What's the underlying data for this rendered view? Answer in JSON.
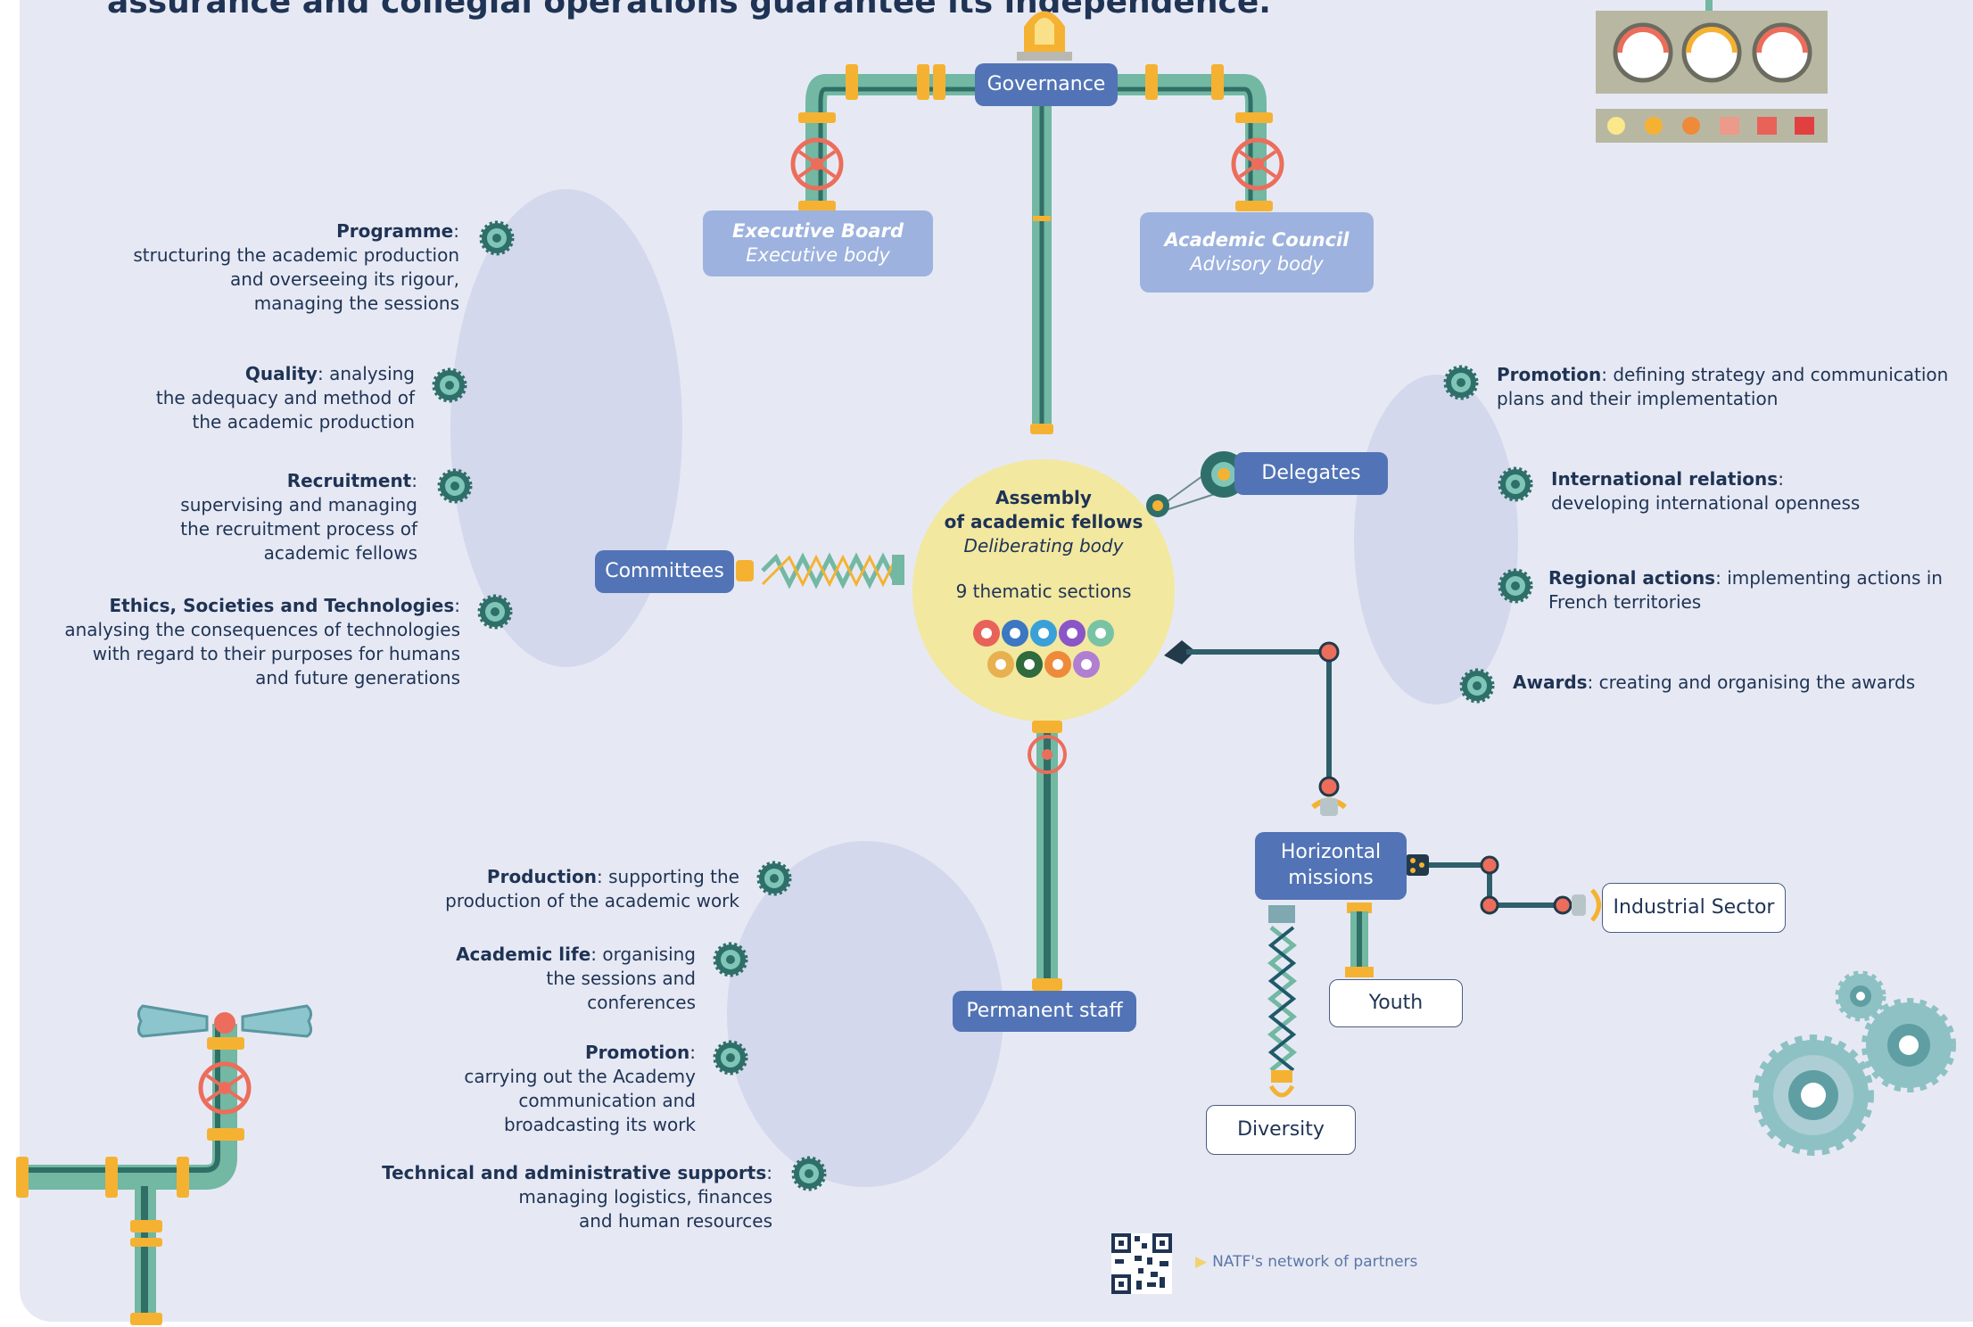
{
  "intro": {
    "headline_fragment": "assurance and collegial operations guarantee its independence."
  },
  "governance": {
    "label": "Governance",
    "executive_board": {
      "title": "Executive Board",
      "role": "Executive body"
    },
    "academic_council": {
      "title": "Academic Council",
      "role": "Advisory body"
    }
  },
  "assembly": {
    "title_line1": "Assembly",
    "title_line2": "of academic fellows",
    "subtitle": "Deliberating body",
    "sections": "9 thematic sections",
    "section_icons": [
      {
        "icon": "apple-icon",
        "color": "#e8625a"
      },
      {
        "icon": "book-icon",
        "color": "#3b77c2"
      },
      {
        "icon": "person-icon",
        "color": "#3aa0d8"
      },
      {
        "icon": "lightning-icon",
        "color": "#8a55c8"
      },
      {
        "icon": "leaf-icon",
        "color": "#78c3a3"
      },
      {
        "icon": "windmill-icon",
        "color": "#e8b04e"
      },
      {
        "icon": "factory-icon",
        "color": "#2f6b3c"
      },
      {
        "icon": "network-icon",
        "color": "#ee8a3a"
      },
      {
        "icon": "people-icon",
        "color": "#b07fd2"
      }
    ]
  },
  "nodes": {
    "delegates": "Delegates",
    "committees": "Committees",
    "permanent_staff": "Permanent staff",
    "horizontal_missions_line1": "Horizontal",
    "horizontal_missions_line2": "missions",
    "industrial_sector": "Industrial Sector",
    "youth": "Youth",
    "diversity": "Diversity"
  },
  "committees_items": [
    {
      "term": "Programme",
      "sep": ":",
      "lines": [
        "",
        "structuring the academic production",
        "and overseeing its rigour,",
        "managing the sessions"
      ]
    },
    {
      "term": "Quality",
      "sep": ": analysing",
      "lines": [
        "",
        "the adequacy and method of",
        "the academic production"
      ]
    },
    {
      "term": "Recruitment",
      "sep": ":",
      "lines": [
        "",
        "supervising and managing",
        "the recruitment process of",
        "academic fellows"
      ]
    },
    {
      "term": "Ethics, Societies and Technologies",
      "sep": ":",
      "lines": [
        "",
        "analysing the consequences of technologies",
        "with regard to their purposes for humans",
        "and future generations"
      ]
    }
  ],
  "staff_items": [
    {
      "term": "Production",
      "sep": ": supporting the",
      "lines": [
        "",
        "production of the academic work"
      ]
    },
    {
      "term": "Academic life",
      "sep": ": organising",
      "lines": [
        "",
        "the sessions and",
        "conferences"
      ]
    },
    {
      "term": "Promotion",
      "sep": ":",
      "lines": [
        "",
        "carrying out the Academy",
        "communication and",
        "broadcasting its work"
      ]
    },
    {
      "term": "Technical and administrative supports",
      "sep": ":",
      "lines": [
        "",
        "managing logistics, finances",
        "and human resources"
      ]
    }
  ],
  "delegates_items": [
    {
      "term": "Promotion",
      "sep": ": defining strategy and communication",
      "lines": [
        "",
        "plans and their implementation"
      ]
    },
    {
      "term": "International relations",
      "sep": ":",
      "lines": [
        "",
        "developing international openness"
      ]
    },
    {
      "term": "Regional actions",
      "sep": ": implementing actions in",
      "lines": [
        "",
        "French territories"
      ]
    },
    {
      "term": "Awards",
      "sep": ": creating and organising the awards",
      "lines": []
    }
  ],
  "footer": {
    "partners": "NATF's network of partners"
  },
  "colors": {
    "background": "#e6e9f4",
    "pipe": "#72b8a2",
    "pipe_dark": "#2f6f66",
    "joint": "#f5b232",
    "node_dark": "#5274b6",
    "node_light": "#9db2de",
    "assembly": "#f2e8a0",
    "oval": "#d4d8ec",
    "cog": "#2f6f6a",
    "valve": "#ec6d5b",
    "text": "#1f3354"
  }
}
